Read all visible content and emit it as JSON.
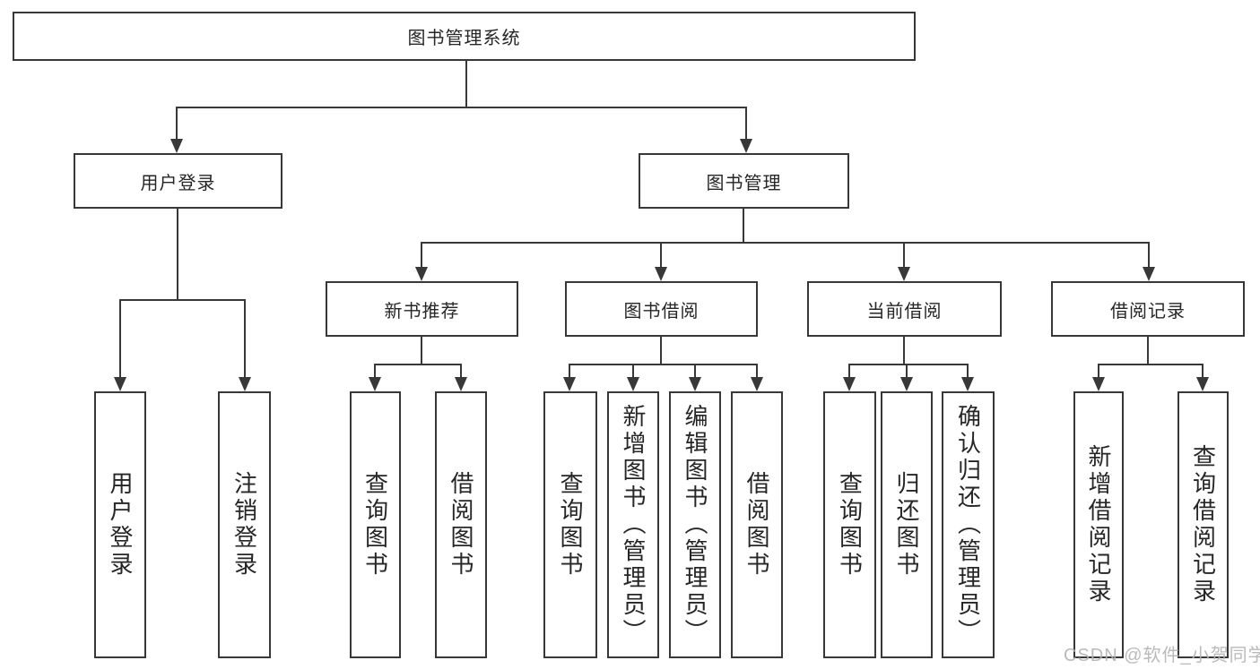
{
  "root_label": "图书管理系统",
  "level2": [
    {
      "label": "用户登录",
      "children": [
        "用户登录",
        "注销登录"
      ]
    },
    {
      "label": "图书管理"
    }
  ],
  "level3": [
    {
      "label": "新书推荐",
      "children": [
        "查询图书",
        "借阅图书"
      ]
    },
    {
      "label": "图书借阅",
      "children": [
        "查询图书",
        "新增图书（管理员）",
        "编辑图书（管理员）",
        "借阅图书"
      ]
    },
    {
      "label": "当前借阅",
      "children": [
        "查询图书",
        "归还图书",
        "确认归还（管理员）"
      ]
    },
    {
      "label": "借阅记录",
      "children": [
        "新增借阅记录",
        "查询借阅记录"
      ]
    }
  ],
  "watermark": "CSDN @软件_小贺同学",
  "colors": {
    "line": "#383838",
    "text": "#262626",
    "background": "#ffffff",
    "watermark": "#b3b3b3"
  }
}
